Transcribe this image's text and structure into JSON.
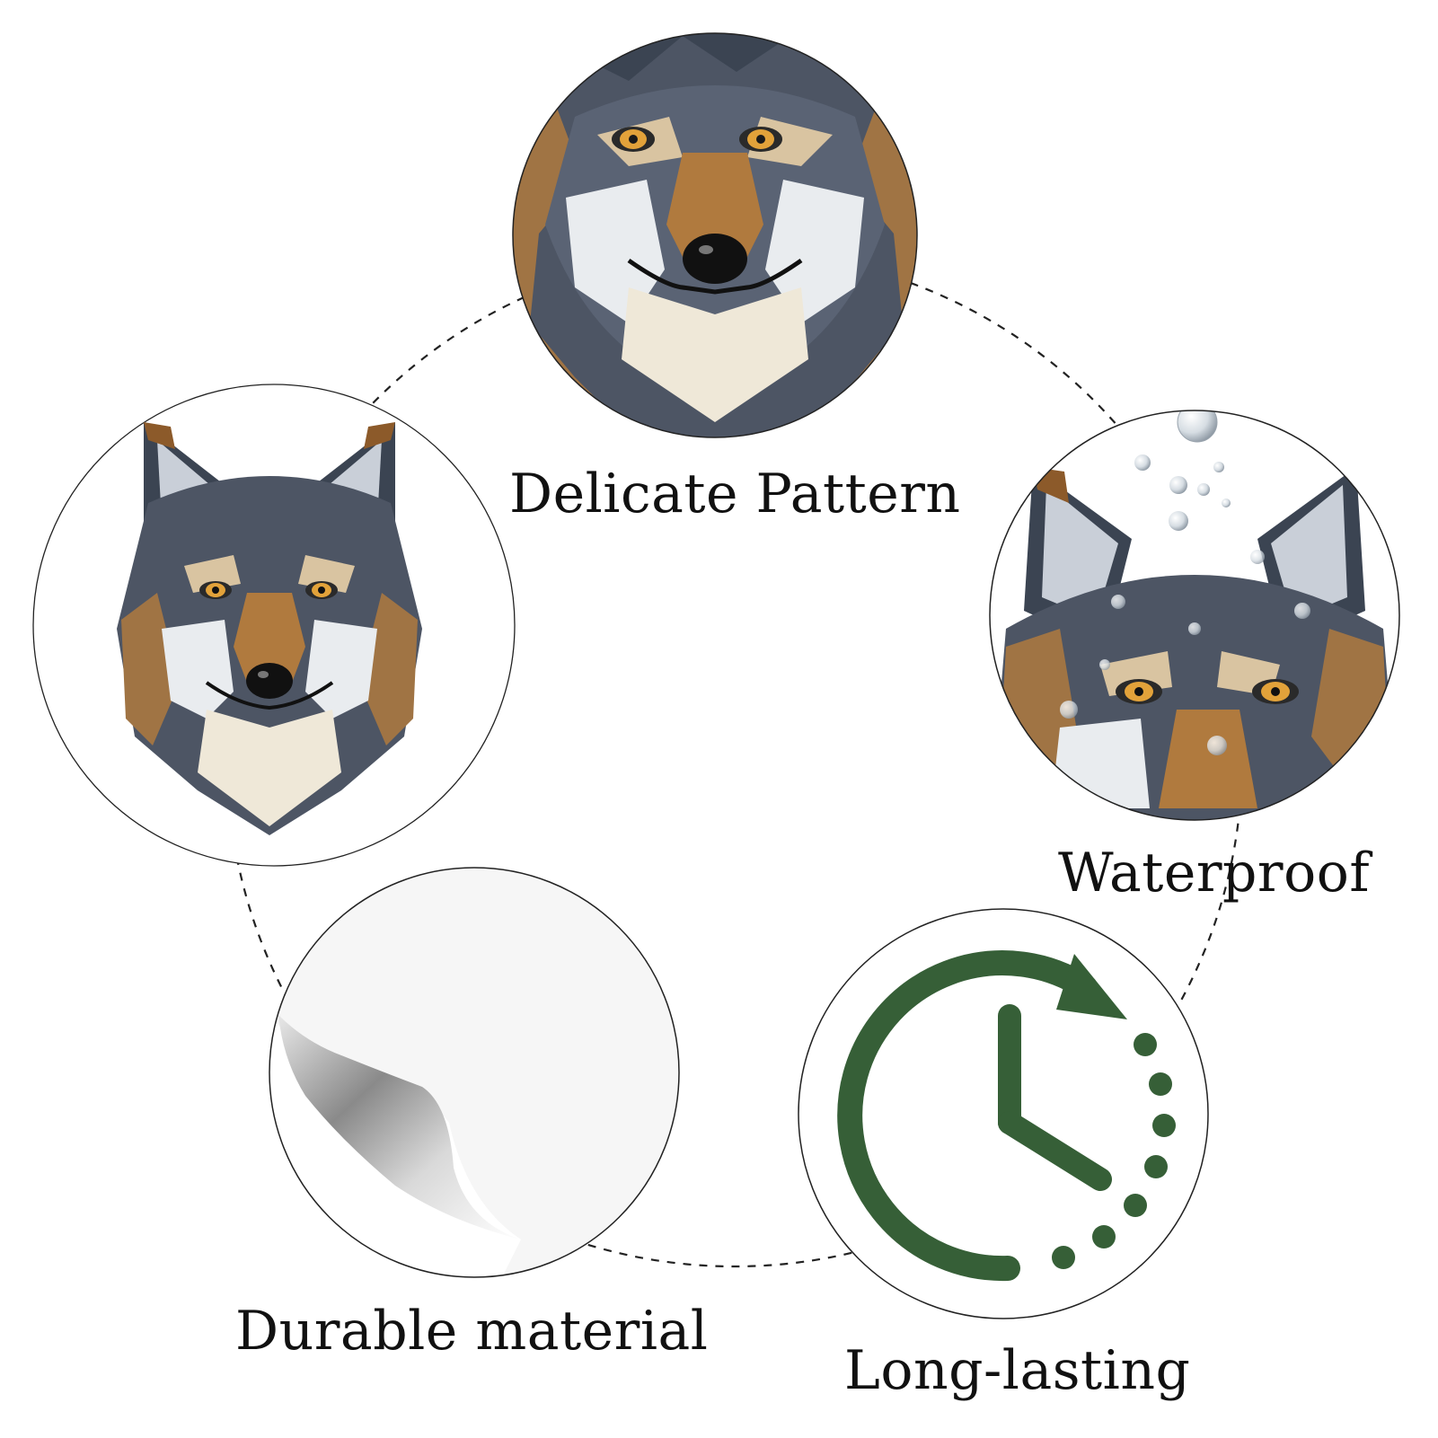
{
  "labels": {
    "delicate_pattern": "Delicate Pattern",
    "waterproof": "Waterproof",
    "durable_material": "Durable material",
    "long_lasting": "Long-lasting"
  },
  "colors": {
    "background": "#ffffff",
    "clock_green": "#365f37",
    "wolf_grey": "#4a5360",
    "wolf_tan": "#b07a3e",
    "wolf_cream": "#efe8d8",
    "eye_amber": "#e2a23a",
    "outline": "#222222"
  },
  "icons": {
    "wolf_head_sticker": "wolf-head-icon",
    "water_drops": "water-drop-icon",
    "peeling_sticker": "peel-corner-icon",
    "clock_refresh": "clock-icon"
  }
}
